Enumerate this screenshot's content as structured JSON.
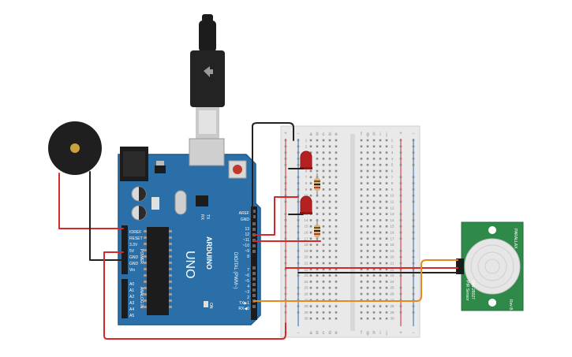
{
  "arduino": {
    "brand": "ARDUINO",
    "model": "UNO",
    "digital_label": "DIGITAL (PWM~)",
    "analog_label": "ANALOG IN",
    "power_label": "POWER",
    "ioref": "IOREF",
    "reset": "RESET",
    "v33": "3.3V",
    "v5": "5V",
    "gnd1": "GND",
    "gnd2": "GND",
    "vin": "Vin",
    "a0": "A0",
    "a1": "A1",
    "a2": "A2",
    "a3": "A3",
    "a4": "A4",
    "a5": "A5",
    "aref": "AREF",
    "gnd_top": "GND",
    "d13": "13",
    "d12": "12",
    "d11": "~11",
    "d10": "~10",
    "d9": "~9",
    "d8": "8",
    "d7": "7",
    "d6": "~6",
    "d5": "~5",
    "d4": "4",
    "d3": "~3",
    "d2": "2",
    "d1": "TX▶1",
    "d0": "RX◀0",
    "tx": "TX",
    "rx": "RX",
    "l": "L",
    "on": "ON"
  },
  "breadboard": {
    "col_letters_left": [
      "a",
      "b",
      "c",
      "d",
      "e"
    ],
    "col_letters_right": [
      "f",
      "g",
      "h",
      "i",
      "j"
    ],
    "plus": "+",
    "minus": "−",
    "rows": [
      "1",
      "2",
      "3",
      "4",
      "5",
      "6",
      "7",
      "8",
      "9",
      "10",
      "11",
      "12",
      "13",
      "14",
      "15",
      "16",
      "17",
      "18",
      "19",
      "20",
      "21",
      "22",
      "23",
      "24",
      "25",
      "26",
      "27",
      "28",
      "29",
      "30"
    ]
  },
  "pir": {
    "line1": "PIR Sensor",
    "line2": "555-28027",
    "line3": "Rev B",
    "brand": "PARALLAX"
  },
  "colors": {
    "board_blue": "#2a6fa8",
    "wire_red": "#d62828",
    "wire_black": "#222222",
    "wire_orange": "#e8891c",
    "pir_green": "#2f8a4a"
  }
}
